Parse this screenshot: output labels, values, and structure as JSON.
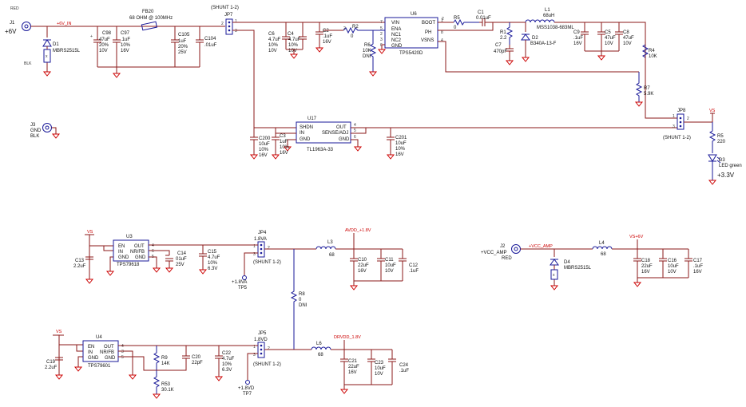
{
  "connectors": {
    "j1": {
      "color": "RED",
      "ref": "J1",
      "value": "+6V"
    },
    "j3": {
      "ref": "J3",
      "net": "GND",
      "color": "BLK"
    },
    "j2": {
      "ref": "J2",
      "net": "+VCC_AMP",
      "color": "RED"
    }
  },
  "nets": {
    "v6_in": "+6V_IN",
    "vs": "VS",
    "v33": "+3.3V",
    "avdd": "AVDD_+1.8V",
    "drvdd": "DRVDD_1.8V",
    "vcc_amp": "+VCC_AMP",
    "vs_6v": "VS+6V",
    "tp5": "+1.8VA",
    "tp5_ref": "TP5",
    "tp7": "+1.8VD",
    "tp7_ref": "TP7"
  },
  "jumpers": {
    "jp7": {
      "ref": "JP7",
      "shunt": "(SHUNT 1-2)"
    },
    "jp8": {
      "ref": "JP8",
      "shunt": "(SHUNT 1-2)"
    },
    "jp4": {
      "ref": "JP4",
      "label": "1.8VA",
      "shunt": "(SHUNT 1-2)"
    },
    "jp5": {
      "ref": "JP5",
      "label": "1.8VD",
      "shunt": "(SHUNT 1-2)"
    }
  },
  "ics": {
    "u6": {
      "ref": "U6",
      "part": "TPS5420D",
      "pins_l": [
        "VIN",
        "ENA",
        "NC1",
        "NC2",
        "GND"
      ],
      "pins_r": [
        "BOOT",
        "PH",
        "VSNS"
      ]
    },
    "u17": {
      "ref": "U17",
      "part": "TL1963A-33",
      "pins_l": [
        "SHDN",
        "IN",
        "GND"
      ],
      "pins_r": [
        "OUT",
        "SENSE/ADJ",
        "GND"
      ]
    },
    "u3": {
      "ref": "U3",
      "part": "TPS79618",
      "pins_l": [
        "EN",
        "IN",
        "GND"
      ],
      "pins_r": [
        "OUT",
        "NR/FB",
        "GND"
      ]
    },
    "u4": {
      "ref": "U4",
      "part": "TPS79601",
      "pins_l": [
        "EN",
        "IN",
        "GND"
      ],
      "pins_r": [
        "OUT",
        "NR/FB",
        "GND"
      ]
    }
  },
  "parts": {
    "fb20": {
      "ref": "FB20",
      "value": "68 OHM @ 100MHz"
    },
    "d1": {
      "ref": "D1",
      "value": "MBRS2515L"
    },
    "d4": {
      "ref": "D4",
      "value": "MBRS2515L"
    },
    "d2": {
      "ref": "D2",
      "value": "B340A-13-F"
    },
    "d3": {
      "ref": "D3",
      "value": "LED green"
    },
    "l1": {
      "ref": "L1",
      "v1": "68uH",
      "v2": "MSS1038-683ML"
    },
    "l3": {
      "ref": "L3",
      "value": "68"
    },
    "l6": {
      "ref": "L6",
      "value": "68"
    },
    "l4": {
      "ref": "L4",
      "value": "68"
    },
    "c98": {
      "ref": "C98",
      "v": [
        "47uF",
        "20%",
        "10V"
      ]
    },
    "c97": {
      "ref": "C97",
      ".v": "",
      "v": [
        ".1uF",
        "10%",
        "16V"
      ]
    },
    "c105": {
      "ref": "C105",
      "v": [
        "1uF",
        "20%",
        "25V"
      ]
    },
    "c104": {
      "ref": "C104",
      "v": [
        ".01uF"
      ]
    },
    "c6": {
      "ref": "C6",
      "v": [
        "4.7uF",
        "10%",
        "10V"
      ]
    },
    "c4": {
      "ref": "C4",
      "v": [
        "4.7uF",
        "10%",
        "10V"
      ]
    },
    "c2": {
      "ref": "C2",
      "v": [
        ".1uF",
        "16V"
      ]
    },
    "c1": {
      "ref": "C1",
      "v": [
        "0.01uF"
      ]
    },
    "c7": {
      "ref": "C7",
      "v": [
        "470pF"
      ]
    },
    "c9": {
      "ref": "C9",
      "v": [
        ".1uF",
        "16V"
      ]
    },
    "c5": {
      "ref": "C5",
      "v": [
        "47uF",
        "10V"
      ]
    },
    "c8": {
      "ref": "C8",
      "v": [
        "47uF",
        "10V"
      ]
    },
    "c200": {
      "ref": "C200",
      "v": [
        "10uF",
        "10%",
        "16V"
      ]
    },
    "c3": {
      "ref": "C3",
      "v": [
        "1uF",
        "10%",
        "16V"
      ]
    },
    "c201": {
      "ref": "C201",
      "v": [
        "10uF",
        "10%",
        "16V"
      ]
    },
    "c13": {
      "ref": "C13",
      "v": [
        "2.2uF"
      ]
    },
    "c14": {
      "ref": "C14",
      "v": [
        "01uF",
        "25V"
      ]
    },
    "c15": {
      "ref": "C15",
      "v": [
        "4.7uF",
        "10%",
        "6.3V"
      ]
    },
    "c10": {
      "ref": "C10",
      "v": [
        "22uF",
        "16V"
      ]
    },
    "c11": {
      "ref": "C11",
      "v": [
        "10uF",
        "10V"
      ]
    },
    "c12": {
      "ref": "C12",
      "v": [
        ".1uF"
      ]
    },
    "c18": {
      "ref": "C18",
      "v": [
        "22uF",
        "16V"
      ]
    },
    "c16": {
      "ref": "C16",
      "v": [
        "10uF",
        "10V"
      ]
    },
    "c17": {
      "ref": "C17",
      "v": [
        ".1uF",
        "16V"
      ]
    },
    "c19": {
      "ref": "C19",
      "v": [
        "2.2uF"
      ]
    },
    "c20": {
      "ref": "C20",
      "v": [
        "22pF"
      ]
    },
    "c22": {
      "ref": "C22",
      "v": [
        "4.7uF",
        "10%",
        "6.3V"
      ]
    },
    "c21": {
      "ref": "C21",
      "v": [
        "22uF",
        "16V"
      ]
    },
    "c23": {
      "ref": "C23",
      "v": [
        "10uF",
        "10V"
      ]
    },
    "c24": {
      "ref": "C24",
      "v": [
        ".1uF"
      ]
    },
    "r2": {
      "ref": "R2",
      "value": "0"
    },
    "r5": {
      "ref": "R5",
      "value": "0"
    },
    "r6": {
      "ref": "R6",
      "value": "10K",
      "extra": "DNI"
    },
    "r1": {
      "ref": "R1",
      "value": "2.2"
    },
    "r4": {
      "ref": "R4",
      "value": "10K"
    },
    "r7": {
      "ref": "R7",
      "value": "5.9K"
    },
    "r5b": {
      "ref": "R5",
      "value": "220"
    },
    "r8": {
      "ref": "R8",
      "value": "0",
      "extra": "DNI"
    },
    "r9": {
      "ref": "R9",
      "value": "14K"
    },
    "r53": {
      "ref": "R53",
      "value": "30.1K"
    }
  },
  "pins": {
    "n1": "1",
    "n2": "2",
    "n3": "3",
    "n4": "4",
    "n5": "5",
    "n6": "6",
    "n7": "7",
    "n8": "8"
  }
}
